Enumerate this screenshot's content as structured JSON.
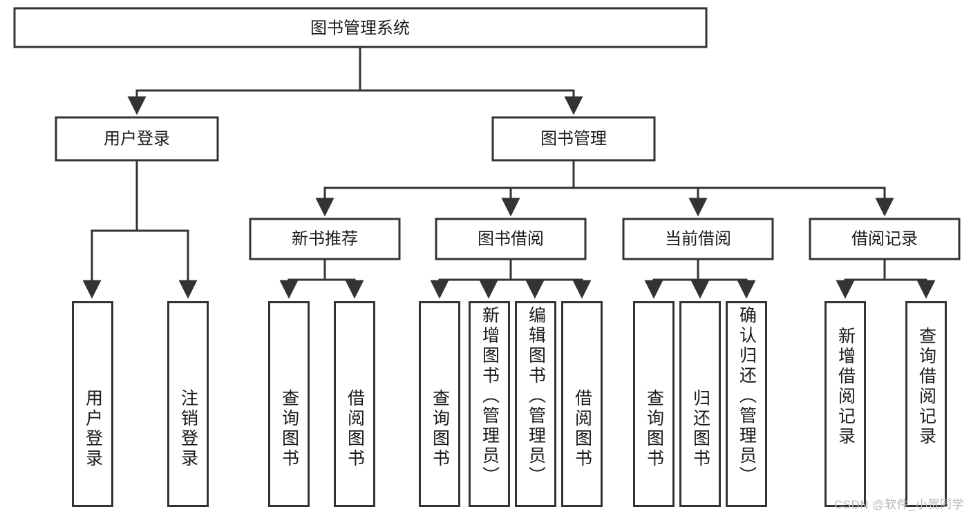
{
  "diagram": {
    "type": "tree-hierarchy",
    "title_node": {
      "label": "图书管理系统"
    },
    "level2": [
      {
        "id": "user-login",
        "label": "用户登录"
      },
      {
        "id": "book-management",
        "label": "图书管理"
      }
    ],
    "level3": [
      {
        "id": "new-book-recommend",
        "label": "新书推荐",
        "parent": "book-management"
      },
      {
        "id": "book-borrow",
        "label": "图书借阅",
        "parent": "book-management"
      },
      {
        "id": "current-borrow",
        "label": "当前借阅",
        "parent": "book-management"
      },
      {
        "id": "borrow-record",
        "label": "借阅记录",
        "parent": "book-management"
      }
    ],
    "leaves": [
      {
        "id": "leaf-user-login",
        "label": "用户登录",
        "parent": "user-login",
        "align": "center"
      },
      {
        "id": "leaf-user-logout",
        "label": "注销登录",
        "parent": "user-login",
        "align": "center"
      },
      {
        "id": "leaf-query-book-1",
        "label": "查询图书",
        "parent": "new-book-recommend",
        "align": "center"
      },
      {
        "id": "leaf-borrow-book-1",
        "label": "借阅图书",
        "parent": "new-book-recommend",
        "align": "center"
      },
      {
        "id": "leaf-query-book-2",
        "label": "查询图书",
        "parent": "book-borrow",
        "align": "center"
      },
      {
        "id": "leaf-add-book",
        "label": "新增图书（管理员）",
        "parent": "book-borrow",
        "align": "top"
      },
      {
        "id": "leaf-edit-book",
        "label": "编辑图书（管理员）",
        "parent": "book-borrow",
        "align": "top"
      },
      {
        "id": "leaf-borrow-book-2",
        "label": "借阅图书",
        "parent": "book-borrow",
        "align": "center"
      },
      {
        "id": "leaf-query-book-3",
        "label": "查询图书",
        "parent": "current-borrow",
        "align": "center"
      },
      {
        "id": "leaf-return-book",
        "label": "归还图书",
        "parent": "current-borrow",
        "align": "center"
      },
      {
        "id": "leaf-confirm-return",
        "label": "确认归还（管理员）",
        "parent": "current-borrow",
        "align": "top"
      },
      {
        "id": "leaf-add-record",
        "label": "新增借阅记录",
        "parent": "borrow-record",
        "align": "center"
      },
      {
        "id": "leaf-query-record",
        "label": "查询借阅记录",
        "parent": "borrow-record",
        "align": "center"
      }
    ],
    "colors": {
      "stroke": "#333333",
      "fill": "#ffffff",
      "text": "#1a1a1a",
      "watermark": "#b8b8b8"
    }
  },
  "watermark": {
    "text": "CSDN @软件_小贺同学"
  }
}
